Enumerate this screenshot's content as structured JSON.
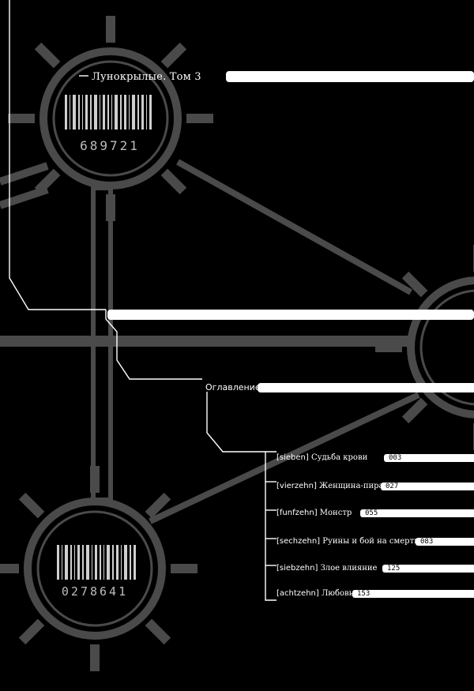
{
  "book": {
    "title": "Лунокрылые. Том 3",
    "barcode_top": "689721",
    "barcode_bottom": "0278641"
  },
  "toc": {
    "heading": "Оглавление",
    "entries": [
      {
        "tag": "[sieben]",
        "title": "Судьба крови",
        "page": "003"
      },
      {
        "tag": "[vierzehn]",
        "title": "Женщина-пират",
        "page": "027"
      },
      {
        "tag": "[funfzehn]",
        "title": "Монстр",
        "page": "055"
      },
      {
        "tag": "[sechzehn]",
        "title": "Руины и бой на смерть",
        "page": "083"
      },
      {
        "tag": "[siebzehn]",
        "title": "Злое влияние",
        "page": "125"
      },
      {
        "tag": "[achtzehn]",
        "title": "Любовь",
        "page": "153"
      }
    ]
  }
}
